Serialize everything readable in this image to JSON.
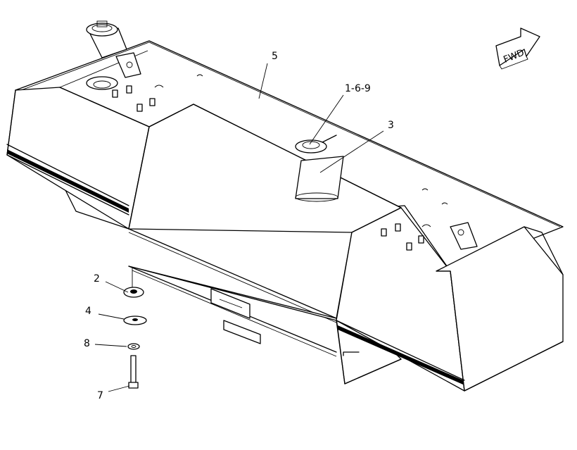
{
  "labels": {
    "callout_5": "5",
    "callout_169": "1-6-9",
    "callout_3": "3",
    "callout_2": "2",
    "callout_4": "4",
    "callout_8": "8",
    "callout_7": "7"
  },
  "direction_arrow": {
    "text": "FWD"
  }
}
